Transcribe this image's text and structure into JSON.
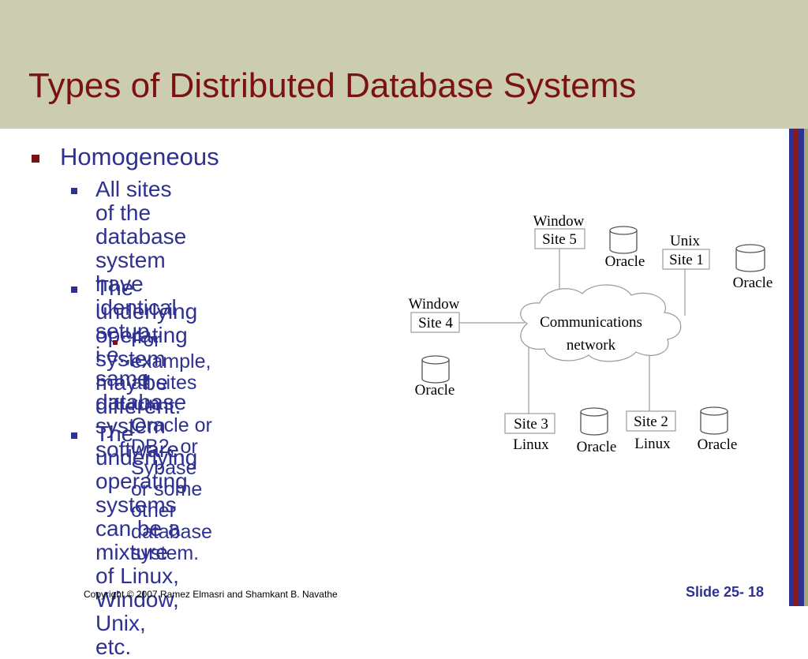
{
  "slide": {
    "title": "Types of Distributed Database Systems"
  },
  "bullets": {
    "homogeneous": "Homogeneous",
    "point1_lines": [
      "All sites of the database",
      "system have identical",
      "setup, i.e., same database",
      "system software."
    ],
    "point2_lines": [
      "The underlying operating",
      "system may be different."
    ],
    "sub_lines": [
      "For example, all sites run",
      "Oracle or DB2, or Sybase",
      "or some other database",
      "system."
    ],
    "point3_lines": [
      "The underlying operating",
      "systems can be a mixture",
      "of Linux, Window, Unix,",
      "etc."
    ]
  },
  "diagram": {
    "network_lines": [
      "Communications",
      "network"
    ],
    "sites": [
      {
        "id": "site5",
        "os": "Window",
        "label": "Site 5",
        "db": "Oracle"
      },
      {
        "id": "site1",
        "os": "Unix",
        "label": "Site 1",
        "db": "Oracle"
      },
      {
        "id": "site4",
        "os": "Window",
        "label": "Site 4",
        "db": "Oracle"
      },
      {
        "id": "site3",
        "os": "Linux",
        "label": "Site 3",
        "db": "Oracle"
      },
      {
        "id": "site2",
        "os": "Linux",
        "label": "Site 2",
        "db": "Oracle"
      }
    ]
  },
  "footer": {
    "copyright": "Copyright © 2007 Ramez Elmasri and Shamkant B. Navathe",
    "slide_number": "Slide 25- 18"
  },
  "colors": {
    "header_bg": "#cccdb0",
    "title": "#7a1212",
    "body_text": "#2e3192",
    "stripe_blue": "#2e3192",
    "stripe_red": "#8b1a1a",
    "stripe_olive": "#a6a876"
  }
}
